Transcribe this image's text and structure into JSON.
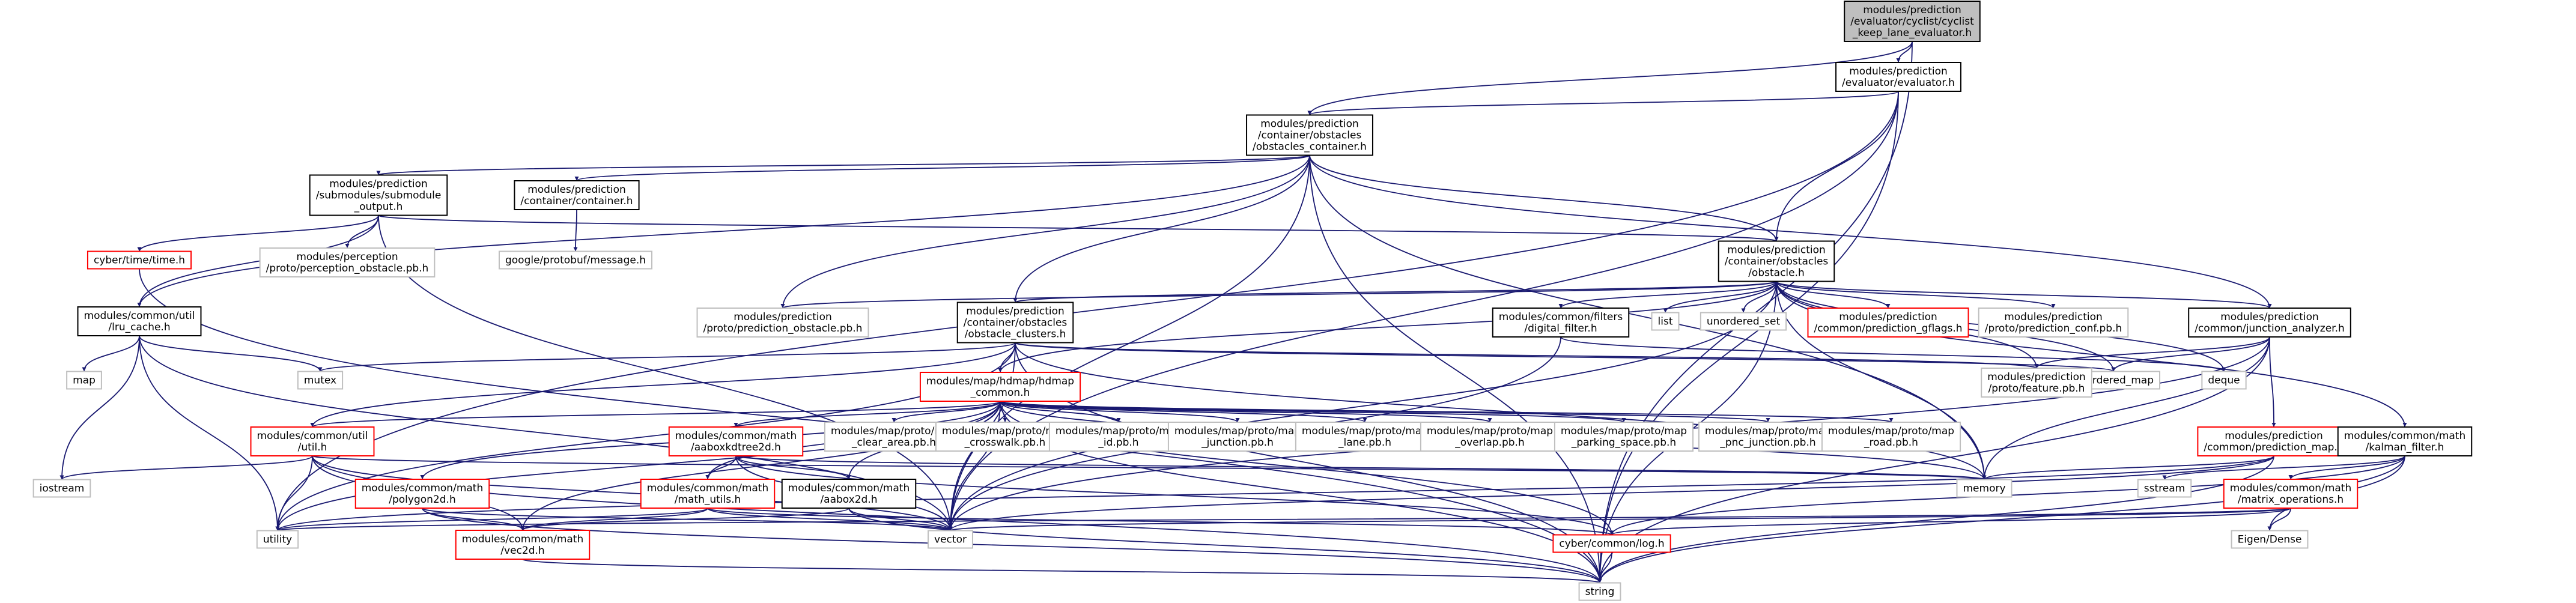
{
  "colors": {
    "node_border": "#000000",
    "missing_node_border": "#ff0000",
    "external_node_border": "#bfbfbf",
    "root_fill": "#bfbfbf",
    "edge": "#191970",
    "text": "#000000"
  },
  "nodes": [
    {
      "id": "root",
      "lines": [
        "modules/prediction",
        "/evaluator/cyclist/cyclist",
        "_keep_lane_evaluator.h"
      ],
      "style": "root"
    },
    {
      "id": "evaluator",
      "lines": [
        "modules/prediction",
        "/evaluator/evaluator.h"
      ],
      "style": "normal"
    },
    {
      "id": "obstacles_container",
      "lines": [
        "modules/prediction",
        "/container/obstacles",
        "/obstacles_container.h"
      ],
      "style": "normal"
    },
    {
      "id": "submodule_output",
      "lines": [
        "modules/prediction",
        "/submodules/submodule",
        "_output.h"
      ],
      "style": "normal"
    },
    {
      "id": "container",
      "lines": [
        "modules/prediction",
        "/container/container.h"
      ],
      "style": "normal"
    },
    {
      "id": "cyber_time",
      "lines": [
        "cyber/time/time.h"
      ],
      "style": "missing"
    },
    {
      "id": "perception_obstacle",
      "lines": [
        "modules/perception",
        "/proto/perception_obstacle.pb.h"
      ],
      "style": "external"
    },
    {
      "id": "google_message",
      "lines": [
        "google/protobuf/message.h"
      ],
      "style": "external"
    },
    {
      "id": "obstacle",
      "lines": [
        "modules/prediction",
        "/container/obstacles",
        "/obstacle.h"
      ],
      "style": "normal"
    },
    {
      "id": "lru_cache",
      "lines": [
        "modules/common/util",
        "/lru_cache.h"
      ],
      "style": "normal"
    },
    {
      "id": "prediction_obstacle",
      "lines": [
        "modules/prediction",
        "/proto/prediction_obstacle.pb.h"
      ],
      "style": "external"
    },
    {
      "id": "obstacle_clusters",
      "lines": [
        "modules/prediction",
        "/container/obstacles",
        "/obstacle_clusters.h"
      ],
      "style": "normal"
    },
    {
      "id": "digital_filter",
      "lines": [
        "modules/common/filters",
        "/digital_filter.h"
      ],
      "style": "normal"
    },
    {
      "id": "list",
      "lines": [
        "list"
      ],
      "style": "external"
    },
    {
      "id": "unordered_set",
      "lines": [
        "unordered_set"
      ],
      "style": "external"
    },
    {
      "id": "prediction_gflags",
      "lines": [
        "modules/prediction",
        "/common/prediction_gflags.h"
      ],
      "style": "missing"
    },
    {
      "id": "prediction_conf",
      "lines": [
        "modules/prediction",
        "/proto/prediction_conf.pb.h"
      ],
      "style": "external"
    },
    {
      "id": "junction_analyzer",
      "lines": [
        "modules/prediction",
        "/common/junction_analyzer.h"
      ],
      "style": "normal"
    },
    {
      "id": "map",
      "lines": [
        "map"
      ],
      "style": "external"
    },
    {
      "id": "mutex",
      "lines": [
        "mutex"
      ],
      "style": "external"
    },
    {
      "id": "unordered_map",
      "lines": [
        "unordered_map"
      ],
      "style": "external"
    },
    {
      "id": "deque",
      "lines": [
        "deque"
      ],
      "style": "external"
    },
    {
      "id": "feature_pb",
      "lines": [
        "modules/prediction",
        "/proto/feature.pb.h"
      ],
      "style": "external"
    },
    {
      "id": "hdmap_common",
      "lines": [
        "modules/map/hdmap/hdmap",
        "_common.h"
      ],
      "style": "missing"
    },
    {
      "id": "clear_area",
      "lines": [
        "modules/map/proto/map",
        "_clear_area.pb.h"
      ],
      "style": "external"
    },
    {
      "id": "crosswalk",
      "lines": [
        "modules/map/proto/map",
        "_crosswalk.pb.h"
      ],
      "style": "external"
    },
    {
      "id": "map_id",
      "lines": [
        "modules/map/proto/map",
        "_id.pb.h"
      ],
      "style": "external"
    },
    {
      "id": "map_junction",
      "lines": [
        "modules/map/proto/map",
        "_junction.pb.h"
      ],
      "style": "external"
    },
    {
      "id": "map_lane",
      "lines": [
        "modules/map/proto/map",
        "_lane.pb.h"
      ],
      "style": "external"
    },
    {
      "id": "map_overlap",
      "lines": [
        "modules/map/proto/map",
        "_overlap.pb.h"
      ],
      "style": "external"
    },
    {
      "id": "parking_space",
      "lines": [
        "modules/map/proto/map",
        "_parking_space.pb.h"
      ],
      "style": "external"
    },
    {
      "id": "pnc_junction",
      "lines": [
        "modules/map/proto/map",
        "_pnc_junction.pb.h"
      ],
      "style": "external"
    },
    {
      "id": "map_road",
      "lines": [
        "modules/map/proto/map",
        "_road.pb.h"
      ],
      "style": "external"
    },
    {
      "id": "util",
      "lines": [
        "modules/common/util",
        "/util.h"
      ],
      "style": "missing"
    },
    {
      "id": "aaboxkdtree",
      "lines": [
        "modules/common/math",
        "/aaboxkdtree2d.h"
      ],
      "style": "missing"
    },
    {
      "id": "prediction_map",
      "lines": [
        "modules/prediction",
        "/common/prediction_map.h"
      ],
      "style": "missing"
    },
    {
      "id": "kalman_filter",
      "lines": [
        "modules/common/math",
        "/kalman_filter.h"
      ],
      "style": "normal"
    },
    {
      "id": "iostream",
      "lines": [
        "iostream"
      ],
      "style": "external"
    },
    {
      "id": "polygon2d",
      "lines": [
        "modules/common/math",
        "/polygon2d.h"
      ],
      "style": "missing"
    },
    {
      "id": "math_utils",
      "lines": [
        "modules/common/math",
        "/math_utils.h"
      ],
      "style": "missing"
    },
    {
      "id": "aabox2d",
      "lines": [
        "modules/common/math",
        "/aabox2d.h"
      ],
      "style": "normal"
    },
    {
      "id": "memory",
      "lines": [
        "memory"
      ],
      "style": "external"
    },
    {
      "id": "sstream",
      "lines": [
        "sstream"
      ],
      "style": "external"
    },
    {
      "id": "matrix_operations",
      "lines": [
        "modules/common/math",
        "/matrix_operations.h"
      ],
      "style": "missing"
    },
    {
      "id": "utility",
      "lines": [
        "utility"
      ],
      "style": "external"
    },
    {
      "id": "vector",
      "lines": [
        "vector"
      ],
      "style": "external"
    },
    {
      "id": "eigen_dense",
      "lines": [
        "Eigen/Dense"
      ],
      "style": "external"
    },
    {
      "id": "vec2d",
      "lines": [
        "modules/common/math",
        "/vec2d.h"
      ],
      "style": "missing"
    },
    {
      "id": "cyber_log",
      "lines": [
        "cyber/common/log.h"
      ],
      "style": "missing"
    },
    {
      "id": "string",
      "lines": [
        "string"
      ],
      "style": "external"
    }
  ],
  "edges": [
    [
      "root",
      "evaluator"
    ],
    [
      "root",
      "obstacles_container"
    ],
    [
      "root",
      "string"
    ],
    [
      "evaluator",
      "obstacles_container"
    ],
    [
      "evaluator",
      "obstacle"
    ],
    [
      "evaluator",
      "utility"
    ],
    [
      "evaluator",
      "vector"
    ],
    [
      "evaluator",
      "string"
    ],
    [
      "obstacles_container",
      "submodule_output"
    ],
    [
      "obstacles_container",
      "container"
    ],
    [
      "obstacles_container",
      "lru_cache"
    ],
    [
      "obstacles_container",
      "obstacle"
    ],
    [
      "obstacles_container",
      "obstacle_clusters"
    ],
    [
      "obstacles_container",
      "prediction_obstacle"
    ],
    [
      "obstacles_container",
      "junction_analyzer"
    ],
    [
      "obstacles_container",
      "memory"
    ],
    [
      "obstacles_container",
      "vector"
    ],
    [
      "obstacles_container",
      "string"
    ],
    [
      "submodule_output",
      "cyber_time"
    ],
    [
      "submodule_output",
      "perception_obstacle"
    ],
    [
      "submodule_output",
      "obstacle"
    ],
    [
      "submodule_output",
      "lru_cache"
    ],
    [
      "submodule_output",
      "vector"
    ],
    [
      "container",
      "google_message"
    ],
    [
      "cyber_time",
      "string"
    ],
    [
      "obstacle",
      "prediction_obstacle"
    ],
    [
      "obstacle",
      "obstacle_clusters"
    ],
    [
      "obstacle",
      "digital_filter"
    ],
    [
      "obstacle",
      "list"
    ],
    [
      "obstacle",
      "unordered_set"
    ],
    [
      "obstacle",
      "prediction_gflags"
    ],
    [
      "obstacle",
      "prediction_conf"
    ],
    [
      "obstacle",
      "junction_analyzer"
    ],
    [
      "obstacle",
      "kalman_filter"
    ],
    [
      "obstacle",
      "hdmap_common"
    ],
    [
      "obstacle",
      "feature_pb"
    ],
    [
      "obstacle",
      "deque"
    ],
    [
      "obstacle",
      "unordered_map"
    ],
    [
      "obstacle",
      "memory"
    ],
    [
      "obstacle",
      "vector"
    ],
    [
      "obstacle",
      "string"
    ],
    [
      "lru_cache",
      "map"
    ],
    [
      "lru_cache",
      "mutex"
    ],
    [
      "lru_cache",
      "iostream"
    ],
    [
      "lru_cache",
      "utility"
    ],
    [
      "lru_cache",
      "vector"
    ],
    [
      "obstacle_clusters",
      "hdmap_common"
    ],
    [
      "obstacle_clusters",
      "feature_pb"
    ],
    [
      "obstacle_clusters",
      "unordered_map"
    ],
    [
      "obstacle_clusters",
      "mutex"
    ],
    [
      "obstacle_clusters",
      "memory"
    ],
    [
      "obstacle_clusters",
      "vector"
    ],
    [
      "obstacle_clusters",
      "utility"
    ],
    [
      "obstacle_clusters",
      "string"
    ],
    [
      "obstacle_clusters",
      "util"
    ],
    [
      "digital_filter",
      "deque"
    ],
    [
      "digital_filter",
      "vector"
    ],
    [
      "junction_analyzer",
      "prediction_map"
    ],
    [
      "junction_analyzer",
      "feature_pb"
    ],
    [
      "junction_analyzer",
      "unordered_map"
    ],
    [
      "junction_analyzer",
      "memory"
    ],
    [
      "junction_analyzer",
      "vector"
    ],
    [
      "junction_analyzer",
      "string"
    ],
    [
      "hdmap_common",
      "clear_area"
    ],
    [
      "hdmap_common",
      "crosswalk"
    ],
    [
      "hdmap_common",
      "map_id"
    ],
    [
      "hdmap_common",
      "map_junction"
    ],
    [
      "hdmap_common",
      "map_lane"
    ],
    [
      "hdmap_common",
      "map_overlap"
    ],
    [
      "hdmap_common",
      "parking_space"
    ],
    [
      "hdmap_common",
      "pnc_junction"
    ],
    [
      "hdmap_common",
      "map_road"
    ],
    [
      "hdmap_common",
      "util"
    ],
    [
      "hdmap_common",
      "aaboxkdtree"
    ],
    [
      "hdmap_common",
      "polygon2d"
    ],
    [
      "hdmap_common",
      "math_utils"
    ],
    [
      "hdmap_common",
      "aabox2d"
    ],
    [
      "hdmap_common",
      "vec2d"
    ],
    [
      "hdmap_common",
      "memory"
    ],
    [
      "hdmap_common",
      "utility"
    ],
    [
      "hdmap_common",
      "vector"
    ],
    [
      "hdmap_common",
      "string"
    ],
    [
      "hdmap_common",
      "cyber_log"
    ],
    [
      "util",
      "iostream"
    ],
    [
      "util",
      "utility"
    ],
    [
      "util",
      "vector"
    ],
    [
      "util",
      "memory"
    ],
    [
      "util",
      "string"
    ],
    [
      "util",
      "vec2d"
    ],
    [
      "aaboxkdtree",
      "math_utils"
    ],
    [
      "aaboxkdtree",
      "aabox2d"
    ],
    [
      "aaboxkdtree",
      "memory"
    ],
    [
      "aaboxkdtree",
      "vector"
    ],
    [
      "aaboxkdtree",
      "cyber_log"
    ],
    [
      "polygon2d",
      "vec2d"
    ],
    [
      "polygon2d",
      "vector"
    ],
    [
      "polygon2d",
      "string"
    ],
    [
      "math_utils",
      "vec2d"
    ],
    [
      "math_utils",
      "utility"
    ],
    [
      "math_utils",
      "vector"
    ],
    [
      "math_utils",
      "cyber_log"
    ],
    [
      "aabox2d",
      "vec2d"
    ],
    [
      "aabox2d",
      "vector"
    ],
    [
      "aabox2d",
      "string"
    ],
    [
      "prediction_map",
      "memory"
    ],
    [
      "prediction_map",
      "vector"
    ],
    [
      "prediction_map",
      "utility"
    ],
    [
      "prediction_map",
      "string"
    ],
    [
      "kalman_filter",
      "sstream"
    ],
    [
      "kalman_filter",
      "matrix_operations"
    ],
    [
      "kalman_filter",
      "eigen_dense"
    ],
    [
      "kalman_filter",
      "cyber_log"
    ],
    [
      "kalman_filter",
      "string"
    ],
    [
      "matrix_operations",
      "eigen_dense"
    ],
    [
      "matrix_operations",
      "utility"
    ],
    [
      "matrix_operations",
      "vector"
    ],
    [
      "matrix_operations",
      "cyber_log"
    ],
    [
      "vec2d",
      "string"
    ],
    [
      "cyber_log",
      "string"
    ]
  ]
}
